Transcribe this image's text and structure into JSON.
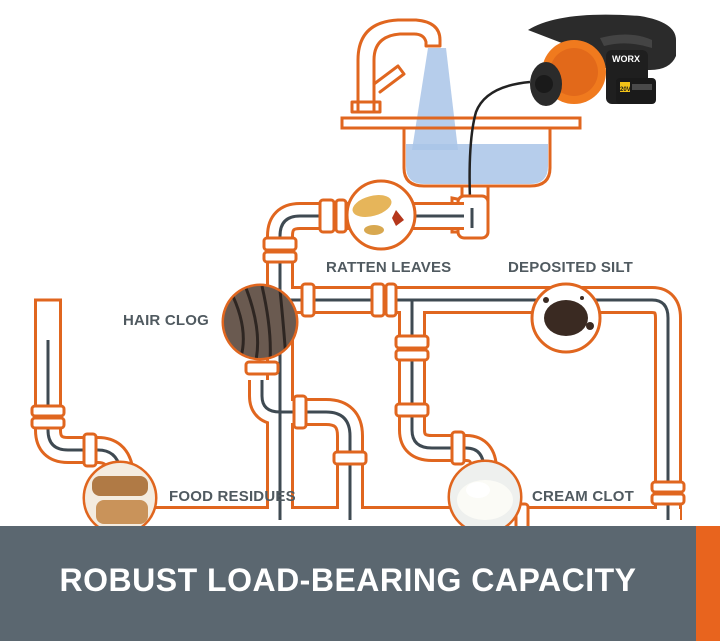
{
  "labels": {
    "ratten_leaves": "RATTEN LEAVES",
    "deposited_silt": "DEPOSITED SILT",
    "hair_clog": "HAIR CLOG",
    "food_residues": "FOOD RESIDUES",
    "cream_clot": "CREAM CLOT"
  },
  "banner": {
    "headline": "ROBUST LOAD-BEARING CAPACITY"
  },
  "product": {
    "brand": "WORX",
    "battery_voltage": "20V"
  },
  "colors": {
    "pipe_orange": "#e0661f",
    "pipe_core": "#3f4a52",
    "water_blue": "#a9c4e8",
    "banner_gray": "#5b6770",
    "accent_orange": "#e8641e",
    "label_gray": "#505a60"
  }
}
